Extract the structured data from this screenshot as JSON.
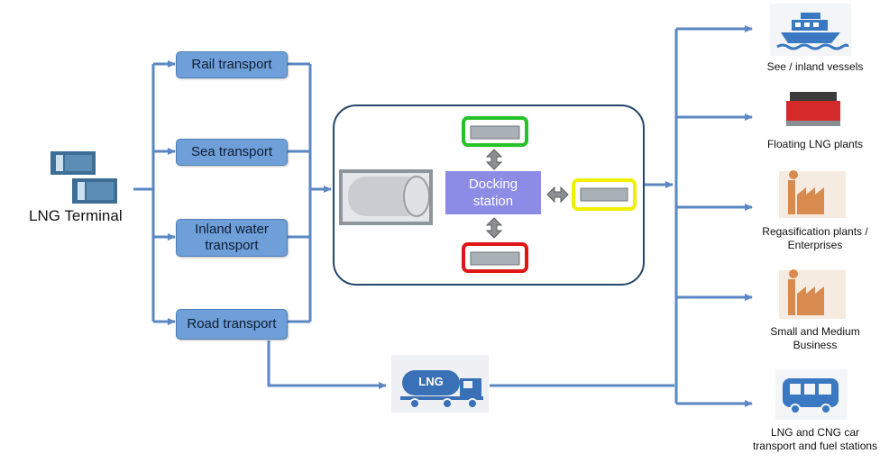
{
  "terminal": {
    "label": "LNG Terminal"
  },
  "modes": {
    "rail": "Rail transport",
    "sea": "Sea transport",
    "inland": "Inland water transport",
    "road": "Road transport"
  },
  "hub": {
    "docking_station": "Docking\nstation"
  },
  "truck": {
    "tank_label": "LNG"
  },
  "destinations": {
    "vessels": "See / inland vessels",
    "floating": "Floating LNG plants",
    "regas": "Regasification plants / Enterprises",
    "sme": "Small and Medium Business",
    "car": "LNG and CNG car transport and fuel stations"
  },
  "colors": {
    "arrow": "#5b87c2",
    "box": "#6f9fd8",
    "dock": "#8c8ce6",
    "green_frame": "#27c227",
    "yellow_frame": "#f0f000",
    "red_frame": "#e01515",
    "factory": "#d98a4e"
  }
}
